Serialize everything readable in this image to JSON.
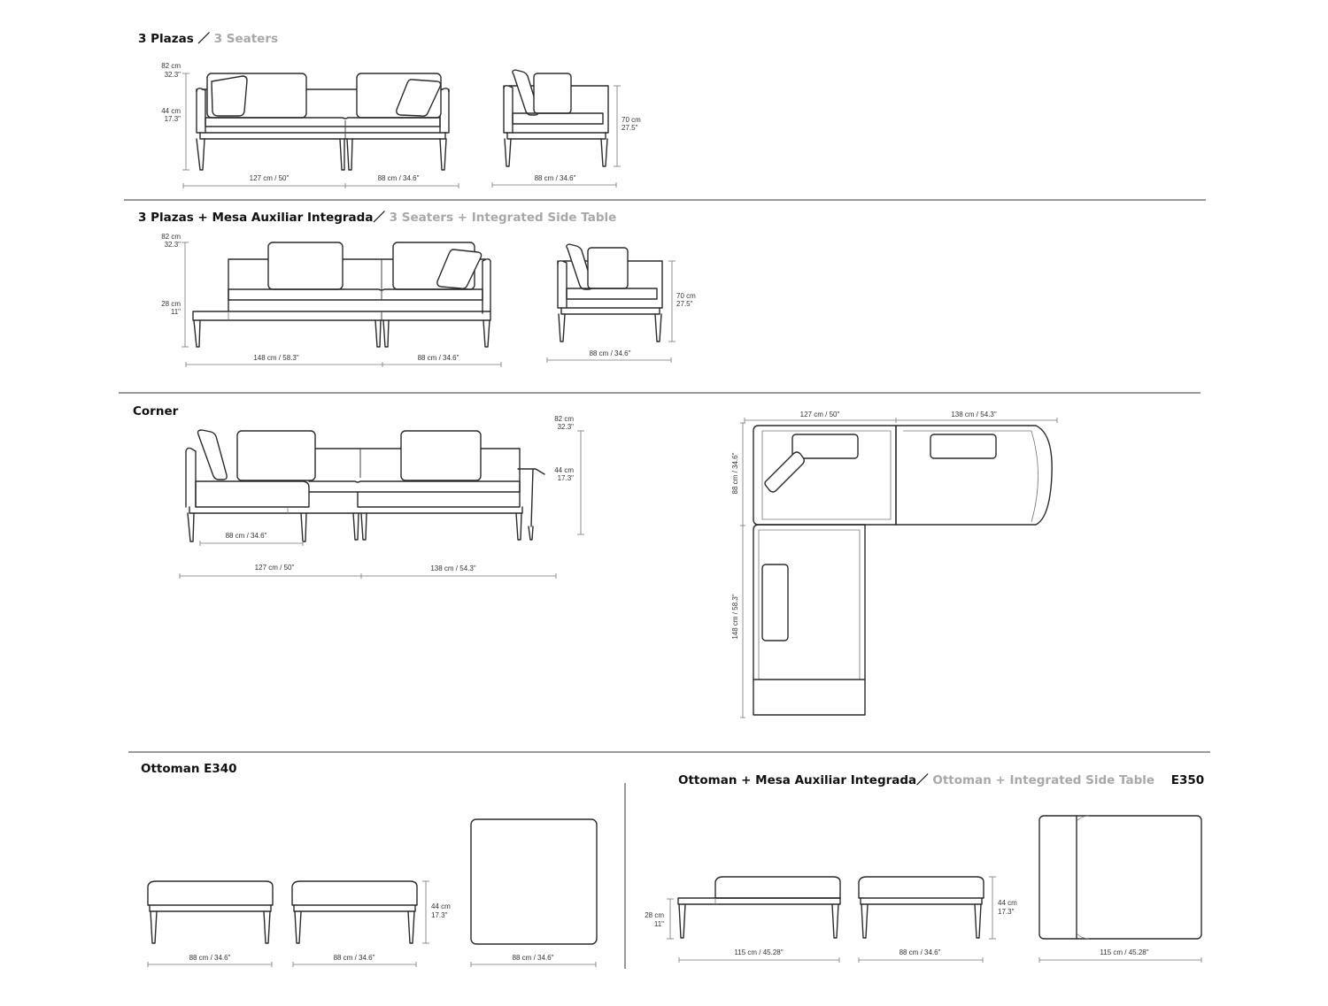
{
  "sections": {
    "s1": {
      "es": "3 Plazas",
      "sep": "／",
      "en": "3 Seaters"
    },
    "s2": {
      "es": "3 Plazas + Mesa Auxiliar Integrada",
      "sep": "／",
      "en": "3 Seaters + Integrated Side Table"
    },
    "s3": {
      "es": "Corner"
    },
    "s4": {
      "es": "Ottoman E340"
    },
    "s5": {
      "es": "Ottoman + Mesa Auxiliar Integrada",
      "sep": "／",
      "en": "Ottoman + Integrated Side Table",
      "code": "E350"
    }
  },
  "dims": {
    "h82cm": "82 cm",
    "h82in": "32.3\"",
    "h44cm": "44 cm",
    "h44in": "17.3\"",
    "h70cm": "70 cm",
    "h70in": "27.5\"",
    "h28cm": "28 cm",
    "h28in": "11\"",
    "w127": "127 cm / 50\"",
    "w88": "88 cm / 34.6\"",
    "w148": "148 cm / 58.3\"",
    "w138": "138 cm / 54.3\"",
    "w115": "115 cm / 45.28\"",
    "v88": "88 cm / 34.6\"",
    "v148": "148 cm / 58.3\""
  },
  "colors": {
    "ink": "#111111",
    "muted": "#a8a8a8",
    "line": "#2a2a2a"
  }
}
